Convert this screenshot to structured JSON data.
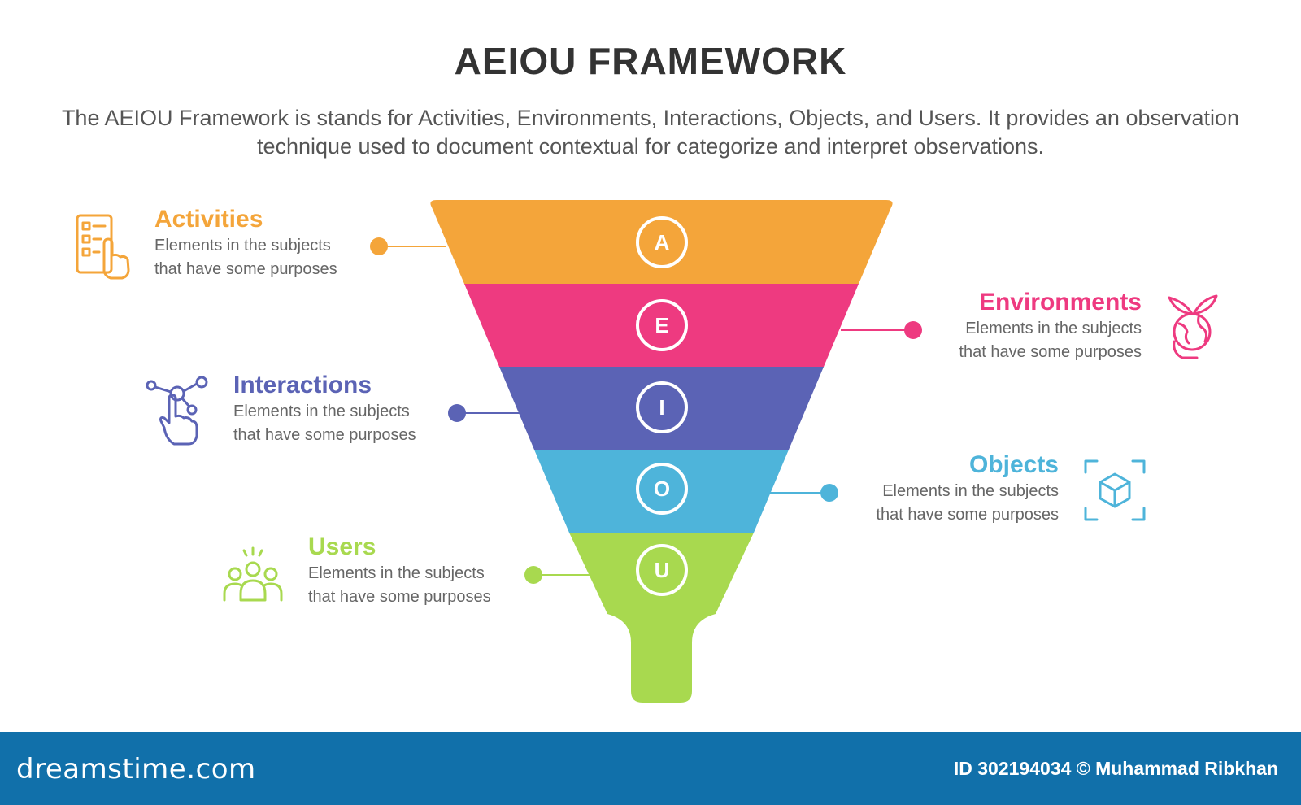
{
  "title": "AEIOU FRAMEWORK",
  "subtitle": "The AEIOU Framework is stands for Activities, Environments, Interactions, Objects, and Users. It provides an observation technique used to document contextual for categorize and interpret observations.",
  "stages": [
    {
      "letter": "A",
      "heading": "Activities",
      "desc1": "Elements in the subjects",
      "desc2": "that have some purposes",
      "color": "#f4a53a",
      "icon": "checklist-hand-icon"
    },
    {
      "letter": "E",
      "heading": "Environments",
      "desc1": "Elements in the subjects",
      "desc2": "that have some purposes",
      "color": "#ee3a80",
      "icon": "globe-leaves-icon"
    },
    {
      "letter": "I",
      "heading": "Interactions",
      "desc1": "Elements in the subjects",
      "desc2": "that have some purposes",
      "color": "#5b63b5",
      "icon": "touch-network-icon"
    },
    {
      "letter": "O",
      "heading": "Objects",
      "desc1": "Elements in the subjects",
      "desc2": "that have some purposes",
      "color": "#4eb4da",
      "icon": "cube-scan-icon"
    },
    {
      "letter": "U",
      "heading": "Users",
      "desc1": "Elements in the subjects",
      "desc2": "that have some purposes",
      "color": "#a8d94f",
      "icon": "users-group-icon"
    }
  ],
  "footer": {
    "brand": "dreamstime.com",
    "credit": "ID 302194034 © Muhammad Ribkhan"
  }
}
